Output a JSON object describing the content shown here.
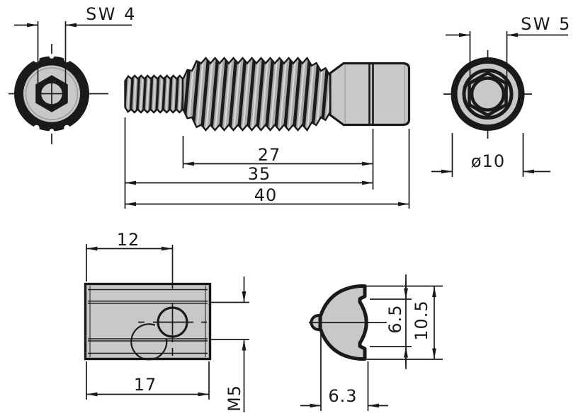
{
  "drawing": {
    "background": "#ffffff",
    "line_color": "#1a1a1a",
    "fill_color": "#c8c8c8",
    "views": {
      "set_screw_end_view": {
        "description": "end view of set screw with hex socket",
        "dims": {
          "hex_socket_width": "SW 4"
        }
      },
      "set_screw_side_view": {
        "description": "side view of threaded set screw with cylindrical head",
        "dims": {
          "thread_length": "27",
          "length_to_groove": "35",
          "overall_length": "40"
        }
      },
      "screw_head_end_view": {
        "description": "end view of screw head with hex socket",
        "dims": {
          "hex_socket_width": "SW 5",
          "head_diameter": "ø10"
        }
      },
      "slot_nut_top_view": {
        "description": "top view of T-slot nut with threaded hole",
        "dims": {
          "hole_offset": "12",
          "nut_length": "17",
          "thread_size": "M5"
        }
      },
      "slot_nut_profile_view": {
        "description": "profile cross-section of T-slot nut",
        "dims": {
          "slot_width": "6.5",
          "profile_height": "10.5",
          "profile_depth": "6.3"
        }
      }
    }
  }
}
